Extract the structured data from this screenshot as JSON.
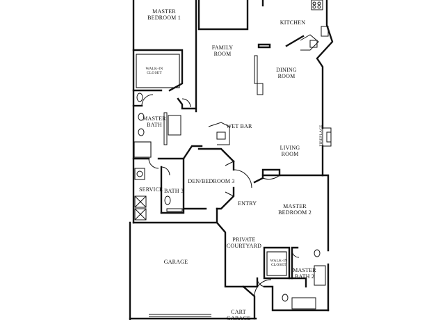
{
  "floorplan": {
    "rooms": {
      "master_bedroom_1": "MASTER\nBEDROOM 1",
      "kitchen": "KITCHEN",
      "family_room": "FAMILY\nROOM",
      "dining_room": "DINING\nROOM",
      "walk_in_closet_1": "WALK-IN\nCLOSET",
      "master_bath": "MASTER\nBATH",
      "wet_bar": "WET BAR",
      "fireplace": "FIREPLACE",
      "living_room": "LIVING\nROOM",
      "den_bedroom_3": "DEN/BEDROOM 3",
      "service": "SERVICE",
      "bath_3": "BATH 3",
      "entry": "ENTRY",
      "master_bedroom_2": "MASTER\nBEDROOM 2",
      "private_courtyard": "PRIVATE\nCOURTYARD",
      "garage": "GARAGE",
      "walk_in_closet_2": "WALK-IN\nCLOSET",
      "master_bath_2": "MASTER\nBATH 2",
      "cart_garage": "CART\nGARAGE"
    }
  }
}
